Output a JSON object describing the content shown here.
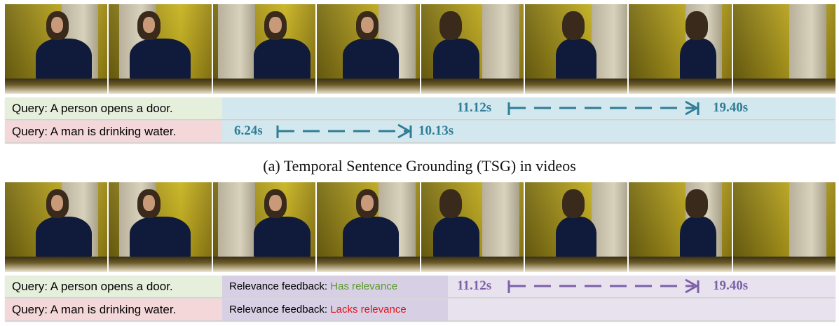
{
  "panel_a": {
    "caption": "(a) Temporal Sentence Grounding (TSG) in videos",
    "queries": [
      {
        "text": "Query: A person opens a door.",
        "start": "11.12s",
        "end": "19.40s"
      },
      {
        "text": "Query: A man is drinking water.",
        "start": "6.24s",
        "end": "10.13s"
      }
    ],
    "frames": 8
  },
  "panel_b": {
    "queries": [
      {
        "text": "Query: A person opens a door.",
        "feedback_prefix": "Relevance feedback: ",
        "feedback_value": "Has relevance",
        "start": "11.12s",
        "end": "19.40s"
      },
      {
        "text": "Query: A man is drinking water.",
        "feedback_prefix": "Relevance feedback: ",
        "feedback_value": "Lacks relevance"
      }
    ],
    "frames": 8
  },
  "colors": {
    "tsg_accent": "#2f7d96",
    "rf_accent": "#7c61a8",
    "has_relevance": "#5a9a2a",
    "lacks_relevance": "#e2141a"
  }
}
